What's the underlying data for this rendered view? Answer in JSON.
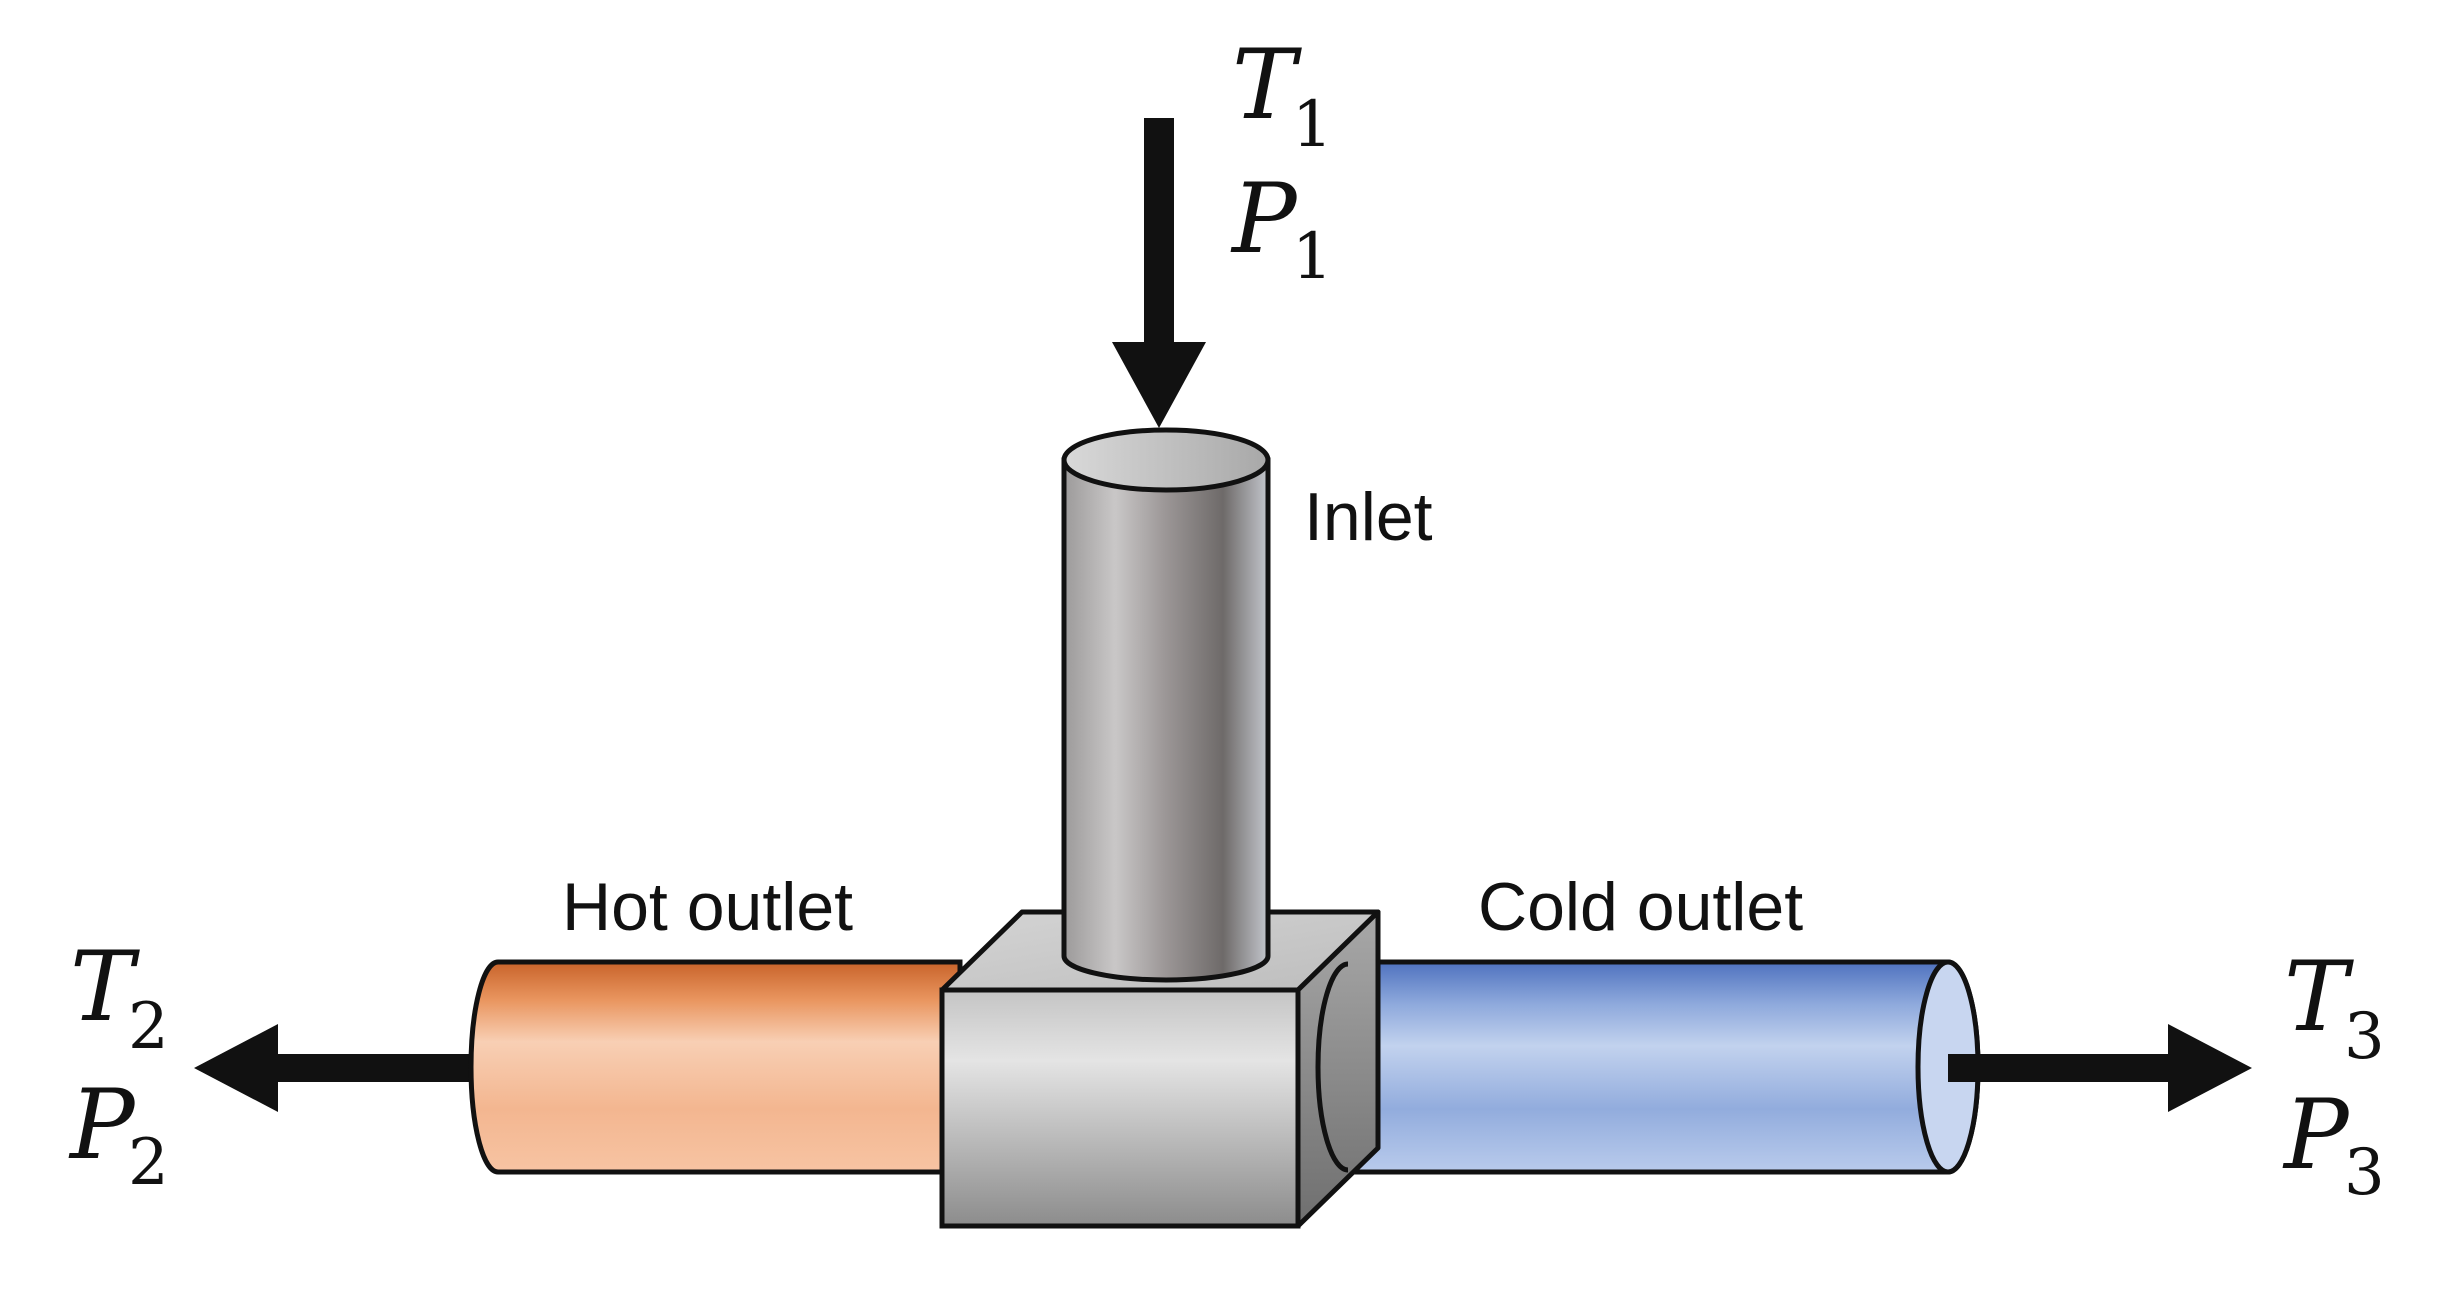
{
  "labels": {
    "inlet": "Inlet",
    "hot_outlet": "Hot outlet",
    "cold_outlet": "Cold outlet"
  },
  "inlet_state": {
    "t_symbol": "T",
    "t_sub": "1",
    "p_symbol": "P",
    "p_sub": "1"
  },
  "hot_state": {
    "t_symbol": "T",
    "t_sub": "2",
    "p_symbol": "P",
    "p_sub": "2"
  },
  "cold_state": {
    "t_symbol": "T",
    "t_sub": "3",
    "p_symbol": "P",
    "p_sub": "3"
  },
  "colors": {
    "hot_pipe": "#f4b48a",
    "hot_pipe_dark": "#c8632a",
    "cold_pipe": "#9ab2df",
    "cold_pipe_dark": "#4f72bf",
    "steel_light": "#e6e6e6",
    "steel_dark": "#6e6a69",
    "outline": "#111111"
  }
}
